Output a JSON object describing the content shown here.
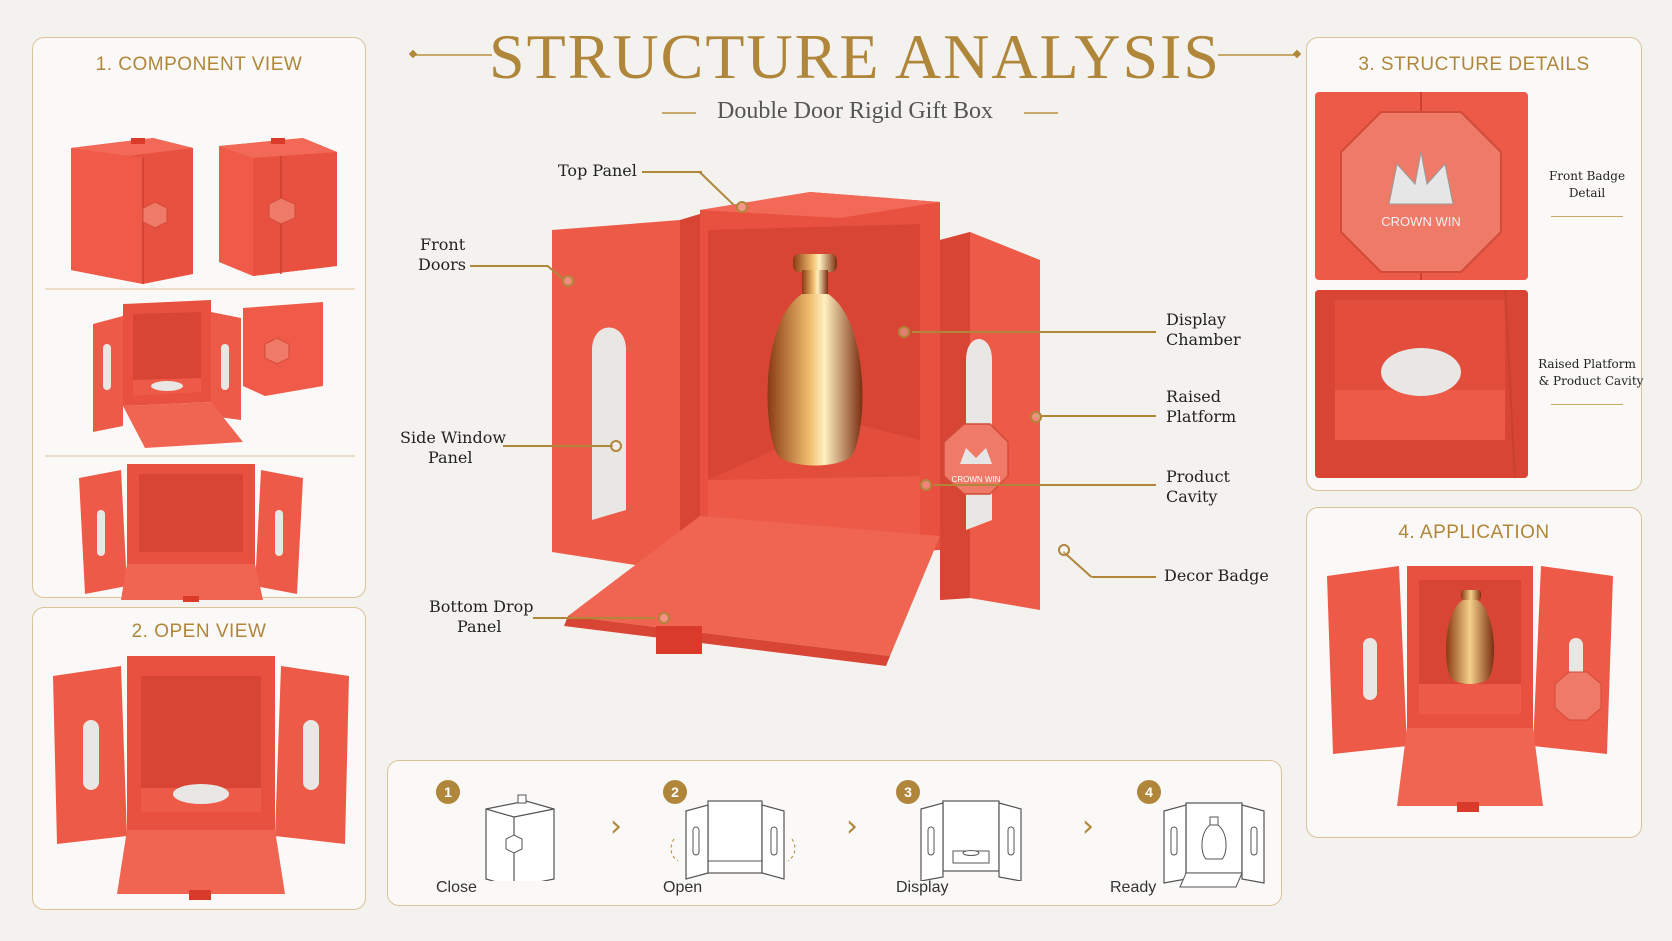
{
  "header": {
    "title": "STRUCTURE ANALYSIS",
    "subtitle": "Double Door Rigid Gift Box"
  },
  "panels": {
    "component_view": "1. COMPONENT VIEW",
    "open_view": "2. OPEN VIEW",
    "structure_details": "3. STRUCTURE DETAILS",
    "application": "4. APPLICATION"
  },
  "callouts": {
    "top_panel": "Top Panel",
    "front_doors_1": "Front",
    "front_doors_2": "Doors",
    "side_window_1": "Side Window",
    "side_window_2": "Panel",
    "bottom_drop_1": "Bottom Drop",
    "bottom_drop_2": "Panel",
    "display_chamber_1": "Display",
    "display_chamber_2": "Chamber",
    "raised_platform_1": "Raised",
    "raised_platform_2": "Platform",
    "product_cavity_1": "Product",
    "product_cavity_2": "Cavity",
    "decor_badge": "Decor Badge"
  },
  "details": {
    "badge_1": "Front Badge",
    "badge_2": "Detail",
    "platform_1": "Raised Platform",
    "platform_2": "& Product Cavity",
    "brand": "CROWN WIN"
  },
  "steps": [
    {
      "num": "1",
      "label": "Close"
    },
    {
      "num": "2",
      "label": "Open"
    },
    {
      "num": "3",
      "label": "Display"
    },
    {
      "num": "4",
      "label": "Ready"
    }
  ],
  "colors": {
    "accent": "#b0863a",
    "box": "#ee5a48",
    "background": "#f4f2ef"
  }
}
